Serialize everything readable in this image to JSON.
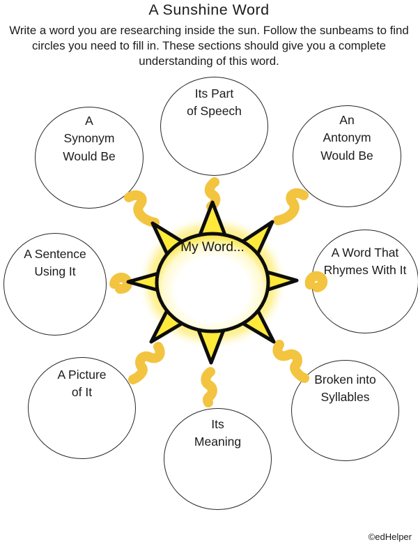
{
  "page": {
    "title": "A Sunshine Word",
    "instructions": "Write a word you are researching inside the sun. Follow the sunbeams to find circles you need to fill in. These sections should give you a complete understanding of this word.",
    "footer_credit": "©edHelper"
  },
  "sun": {
    "label": "My Word...",
    "colors": {
      "ray_fill": "#FFE93B",
      "body_edge": "#F8E43C",
      "body_mid": "#FFFAD0",
      "body_center": "#FFFFFF",
      "glow": "#FCEB6A",
      "outline": "#0D0D0D",
      "sunbeam": "#F2C440"
    }
  },
  "circles": [
    {
      "id": "part-of-speech",
      "label": "Its Part\nof Speech"
    },
    {
      "id": "synonym",
      "label": "A\nSynonym\nWould Be"
    },
    {
      "id": "antonym",
      "label": "An\nAntonym\nWould Be"
    },
    {
      "id": "sentence",
      "label": "A Sentence\nUsing It"
    },
    {
      "id": "rhyme",
      "label": "A Word That\nRhymes With It"
    },
    {
      "id": "picture",
      "label": "A Picture\nof It"
    },
    {
      "id": "meaning",
      "label": "Its\nMeaning"
    },
    {
      "id": "syllables",
      "label": "Broken into\nSyllables"
    }
  ]
}
